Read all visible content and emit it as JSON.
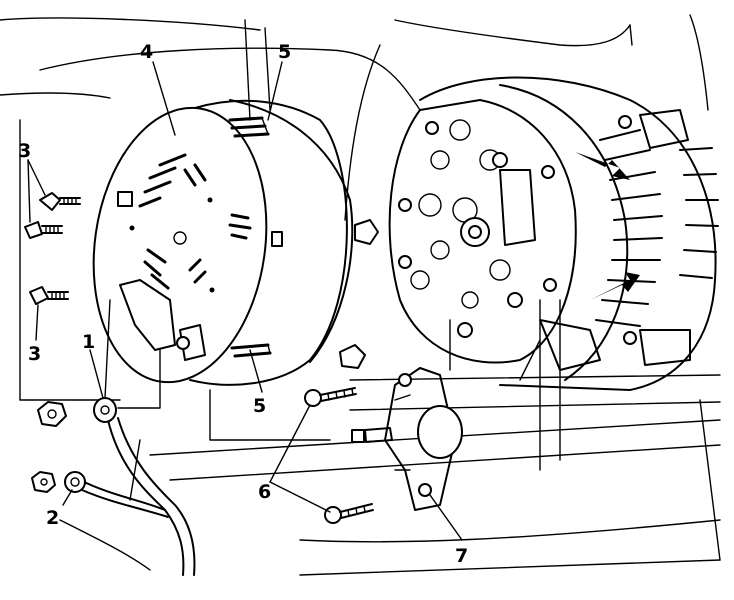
{
  "diagram": {
    "callouts": [
      {
        "id": "callout-1",
        "label": "1"
      },
      {
        "id": "callout-2",
        "label": "2"
      },
      {
        "id": "callout-3-top",
        "label": "3"
      },
      {
        "id": "callout-3-bottom",
        "label": "3"
      },
      {
        "id": "callout-4",
        "label": "4"
      },
      {
        "id": "callout-5-top",
        "label": "5"
      },
      {
        "id": "callout-5-bottom",
        "label": "5"
      },
      {
        "id": "callout-6",
        "label": "6"
      },
      {
        "id": "callout-7",
        "label": "7"
      }
    ],
    "parts": [
      {
        "name": "ground-cable-terminal",
        "label": "1"
      },
      {
        "name": "ground-cable",
        "label": "2"
      },
      {
        "name": "cover-screw",
        "label": "3"
      },
      {
        "name": "rear-protective-cover",
        "label": "4"
      },
      {
        "name": "cover-retaining-clip",
        "label": "5"
      },
      {
        "name": "regulator-screw",
        "label": "6"
      },
      {
        "name": "voltage-regulator-brush-holder",
        "label": "7"
      }
    ]
  }
}
